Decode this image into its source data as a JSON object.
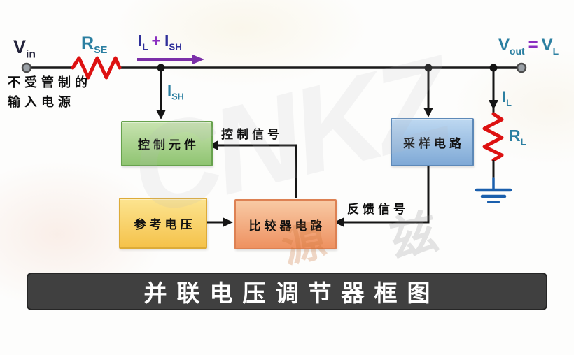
{
  "title": "并联电压调节器框图",
  "labels": {
    "vin": {
      "base": "V",
      "sub": "in"
    },
    "rse": {
      "base": "R",
      "sub": "SE"
    },
    "il_ish": {
      "i1": "I",
      "s1": "L",
      "plus": "+",
      "i2": "I",
      "s2": "SH"
    },
    "unregulated_line1": "不受管制的",
    "unregulated_line2": "输入电源",
    "ish": {
      "base": "I",
      "sub": "SH"
    },
    "vout": {
      "v1": "V",
      "s1": "out",
      "eq": "=",
      "v2": "V",
      "s2": "L"
    },
    "il": {
      "base": "I",
      "sub": "L"
    },
    "rl": {
      "base": "R",
      "sub": "L"
    }
  },
  "blocks": {
    "control_element": "控制元件",
    "sampling_circuit": "采样电路",
    "reference_voltage": "参考电压",
    "comparator_circuit": "比较器电路"
  },
  "signals": {
    "control_signal": "控制信号",
    "feedback_signal": "反馈信号"
  },
  "watermark": {
    "letters": "CNKZ",
    "char_a": "源",
    "char_b": "兹"
  },
  "colors": {
    "wire": "#1a1a1a",
    "resistor_red": "#dd1111",
    "teal_label": "#2b7fa1",
    "navy_label": "#24243c",
    "current_label": "#30309a",
    "arrow_purple": "#7b2fa8",
    "ground_blue": "#1a5fad",
    "control_box_fill": "#a9d48c",
    "control_box_border": "#67a24d",
    "sampling_box_fill": "#9dc0e4",
    "sampling_box_border": "#5d89b8",
    "reference_box_fill": "#f9d36b",
    "reference_box_border": "#ddab38",
    "comparator_box_fill": "#f2a676",
    "comparator_box_border": "#dd8153",
    "banner_bg": "#404040",
    "banner_text": "#ffffff"
  }
}
